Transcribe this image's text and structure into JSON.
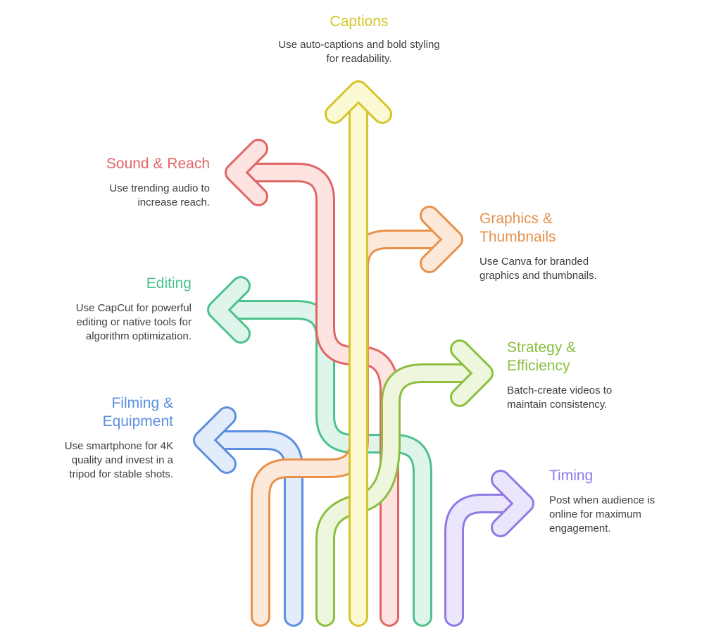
{
  "items": [
    {
      "id": "captions",
      "title": "Captions",
      "description": "Use auto-captions and bold styling for readability.",
      "color": "#d4c62a",
      "fill": "#fbf8d4"
    },
    {
      "id": "sound-reach",
      "title": "Sound & Reach",
      "description": "Use trending audio to increase reach.",
      "color": "#e06666",
      "fill": "#fde4e1"
    },
    {
      "id": "graphics-thumbnails",
      "title": "Graphics & Thumbnails",
      "description": "Use Canva for branded graphics and thumbnails.",
      "color": "#e8914a",
      "fill": "#fde9da"
    },
    {
      "id": "editing",
      "title": "Editing",
      "description": "Use CapCut for powerful editing or native tools for algorithm optimization.",
      "color": "#4cc28d",
      "fill": "#dff4ea"
    },
    {
      "id": "strategy-efficiency",
      "title": "Strategy & Efficiency",
      "description": "Batch-create videos to maintain consistency.",
      "color": "#8cbf3f",
      "fill": "#eef6dd"
    },
    {
      "id": "filming-equipment",
      "title": "Filming & Equipment",
      "description": "Use smartphone for 4K quality and invest in a tripod for stable shots.",
      "color": "#5b8fe0",
      "fill": "#e3ecfb"
    },
    {
      "id": "timing",
      "title": "Timing",
      "description": "Post when audience is online for maximum engagement.",
      "color": "#8f7ae6",
      "fill": "#ebe6fb"
    }
  ]
}
